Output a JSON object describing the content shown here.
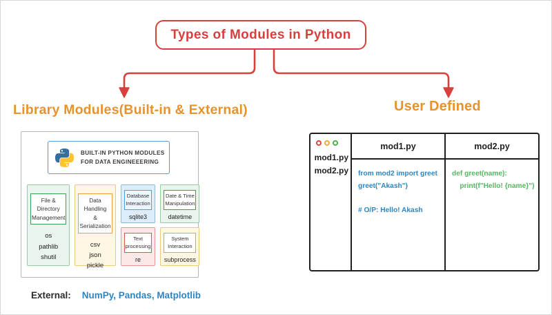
{
  "title": "Types of Modules in Python",
  "colors": {
    "accent_red": "#d8403c",
    "heading_orange": "#e8922b",
    "code_blue": "#2e86c1",
    "code_green": "#55b663",
    "banner_border_blue": "#5b9bd5",
    "traffic_red": "#e0443e",
    "traffic_yellow": "#f0ad2e",
    "traffic_green": "#4cae4c",
    "module_green": "#94cba2",
    "module_orange": "#e6a23c",
    "module_blue": "#8db9dd",
    "module_pink": "#d9534f"
  },
  "left": {
    "heading": "Library Modules(Built-in & External)",
    "banner_text": "BUILT-IN PYTHON MODULES\nFOR DATA ENGINEEERING",
    "banner_icon": "python-logo-icon",
    "modules": [
      {
        "category": "File &\nDirectory\nManagement",
        "items": "os\npathlib\nshutil",
        "color": "green"
      },
      {
        "category": "Data Handling\n& Serialization",
        "items": "csv\njson\npickle",
        "color": "cream"
      },
      {
        "category": "Database\nInteraction",
        "items": "sqlite3",
        "color": "blue"
      },
      {
        "category": "Text\nprocessing",
        "items": "re",
        "color": "pink"
      },
      {
        "category": "Date & Time\nManipulation",
        "items": "datetime",
        "color": "green"
      },
      {
        "category": "System\nInteraction",
        "items": "subprocess",
        "color": "cream"
      }
    ],
    "external_label": "External:",
    "external_value": "NumPy, Pandas, Matplotlib"
  },
  "right": {
    "heading": "User Defined",
    "editor": {
      "traffic_light_icons": [
        "red-circle-icon",
        "yellow-circle-icon",
        "green-circle-icon"
      ],
      "sidebar_files": "mod1.py\nmod2.py",
      "tabs": [
        "mod1.py",
        "mod2.py"
      ],
      "mod1_code": "from mod2 import greet\ngreet(\"Akash\")\n\n# O/P: Hello! Akash",
      "mod2_code": "def greet(name):\n    print(f\"Hello! {name}\")"
    }
  }
}
